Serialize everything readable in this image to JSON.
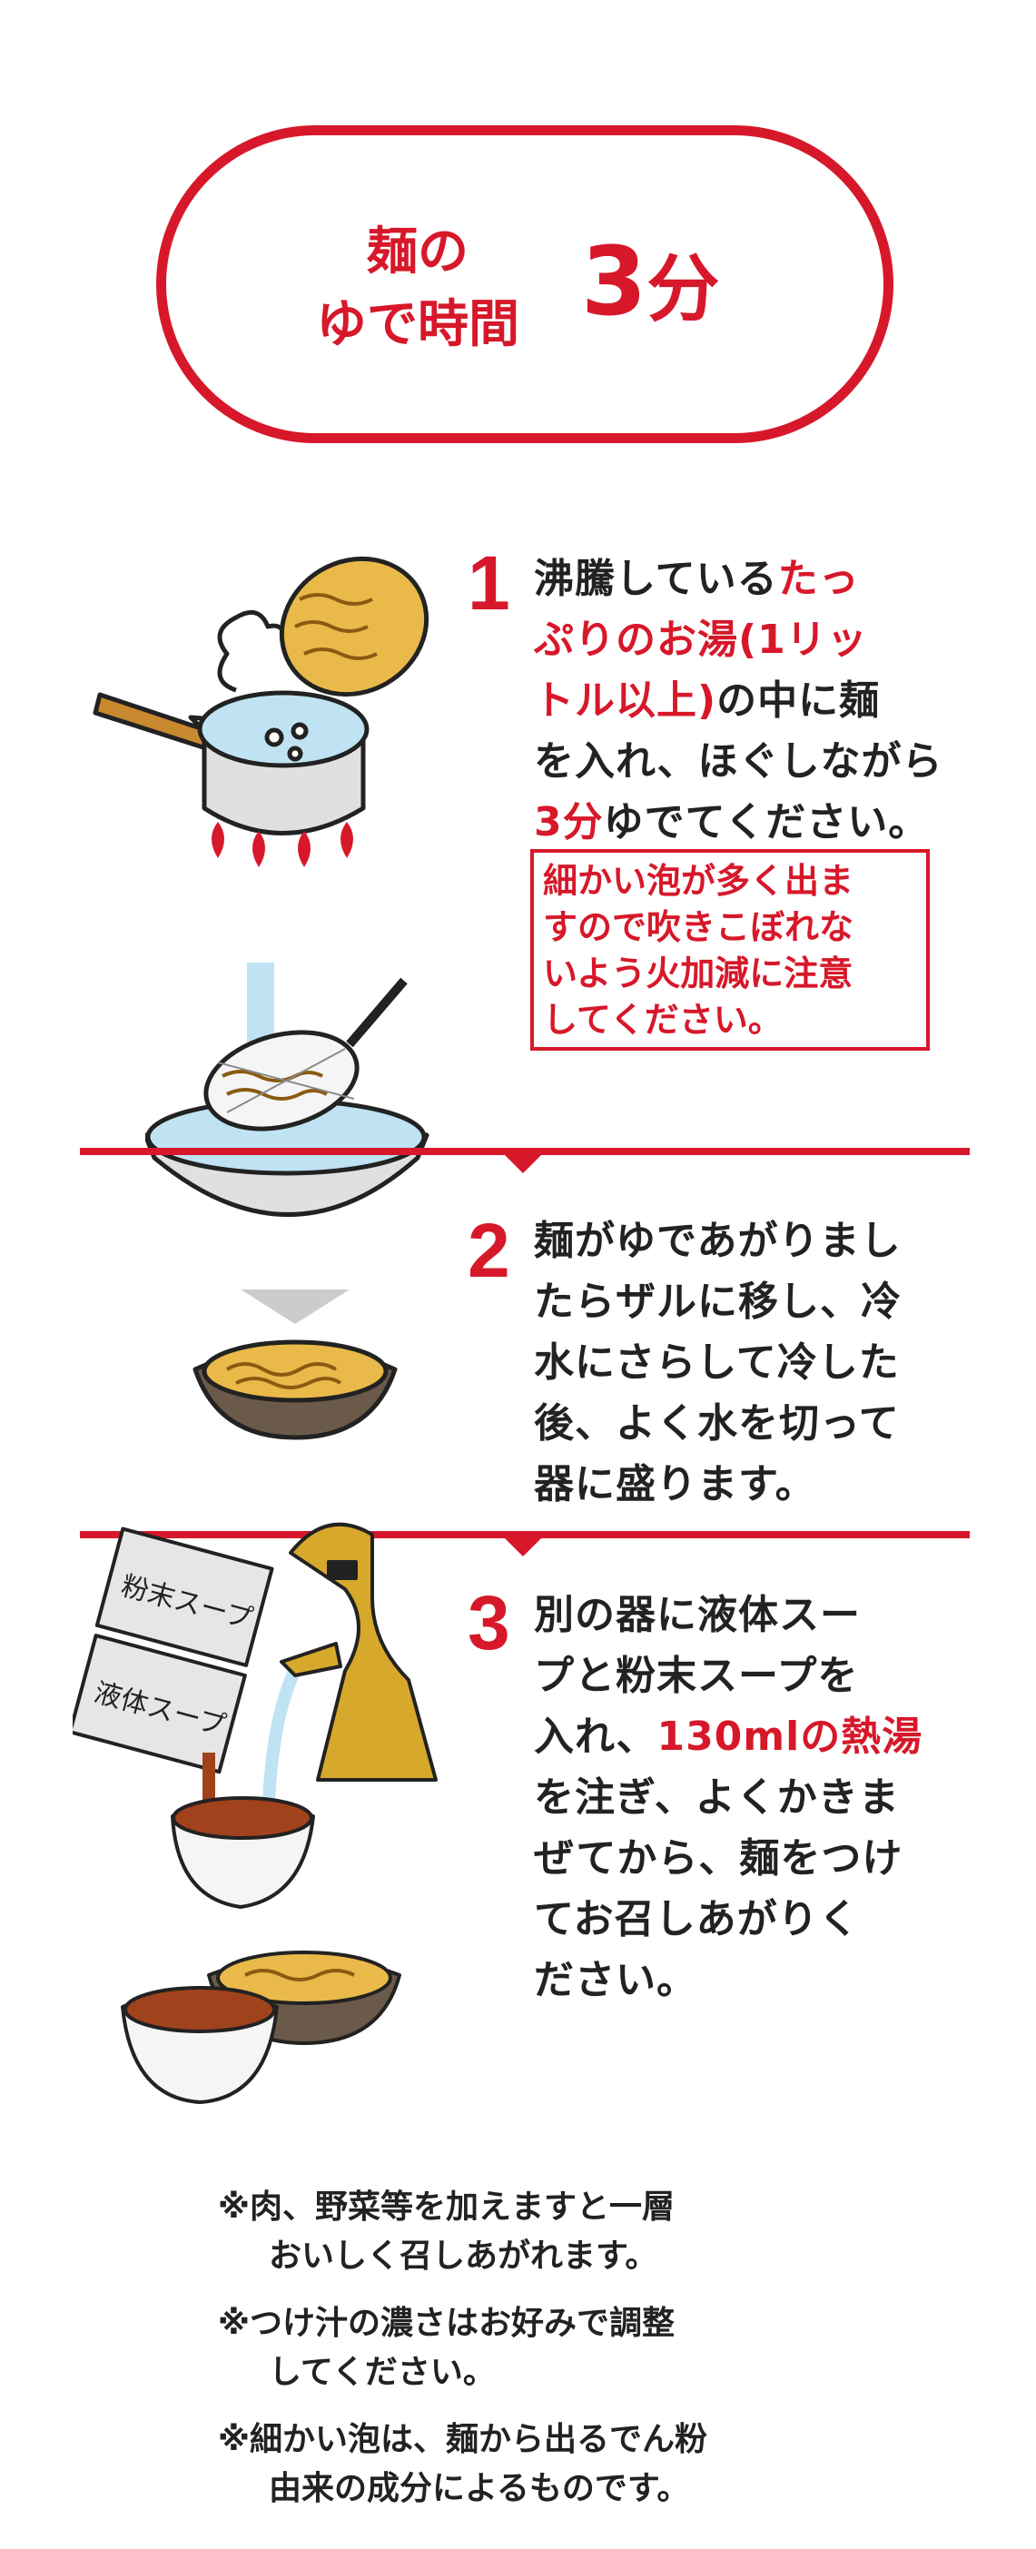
{
  "header": {
    "label_line1": "麺の",
    "label_line2": "ゆで時間",
    "time_value": "3",
    "time_unit": "分"
  },
  "steps": [
    {
      "number": "1",
      "lines": [
        [
          {
            "t": "沸騰している",
            "c": "black"
          },
          {
            "t": "たっ",
            "c": "red"
          }
        ],
        [
          {
            "t": "ぷりのお湯(1リッ",
            "c": "red"
          }
        ],
        [
          {
            "t": "トル以上)",
            "c": "red"
          },
          {
            "t": "の中に麺",
            "c": "black"
          }
        ],
        [
          {
            "t": "を入れ、ほぐしながら",
            "c": "black"
          }
        ],
        [
          {
            "t": "3分",
            "c": "red"
          },
          {
            "t": "ゆでてください。",
            "c": "black"
          }
        ]
      ],
      "warning": [
        "細かい泡が多く出ま",
        "すので吹きこぼれな",
        "いよう火加減に注意",
        "してください。"
      ]
    },
    {
      "number": "2",
      "lines": [
        [
          {
            "t": "麺がゆであがりまし",
            "c": "black"
          }
        ],
        [
          {
            "t": "たらザルに移し、冷",
            "c": "black"
          }
        ],
        [
          {
            "t": "水にさらして冷した",
            "c": "black"
          }
        ],
        [
          {
            "t": "後、よく水を切って",
            "c": "black"
          }
        ],
        [
          {
            "t": "器に盛ります。",
            "c": "black"
          }
        ]
      ]
    },
    {
      "number": "3",
      "lines": [
        [
          {
            "t": "別の器に液体スー",
            "c": "black"
          }
        ],
        [
          {
            "t": "プと粉末スープを",
            "c": "black"
          }
        ],
        [
          {
            "t": "入れ、",
            "c": "black"
          },
          {
            "t": "130mlの熱湯",
            "c": "red"
          }
        ],
        [
          {
            "t": "を注ぎ、よくかきま",
            "c": "black"
          }
        ],
        [
          {
            "t": "ぜてから、麺をつけ",
            "c": "black"
          }
        ],
        [
          {
            "t": "てお召しあがりく",
            "c": "black"
          }
        ],
        [
          {
            "t": "ださい。",
            "c": "black"
          }
        ]
      ],
      "packet_labels": [
        "粉末スープ",
        "液体スープ"
      ]
    }
  ],
  "notes": [
    {
      "lines": [
        "※肉、野菜等を加えますと一層",
        "おいしく召しあがれます。"
      ],
      "color": "black"
    },
    {
      "lines": [
        "※つけ汁の濃さはお好みで調整",
        "してください。"
      ],
      "color": "black"
    },
    {
      "lines": [
        "※細かい泡は、麺から出るでん粉",
        "由来の成分によるものです。"
      ],
      "color": "red"
    }
  ],
  "colors": {
    "accent": "#d7182a",
    "water": "#bfe3f2",
    "noodle": "#e9b94a",
    "kettle": "#d6a82b"
  }
}
